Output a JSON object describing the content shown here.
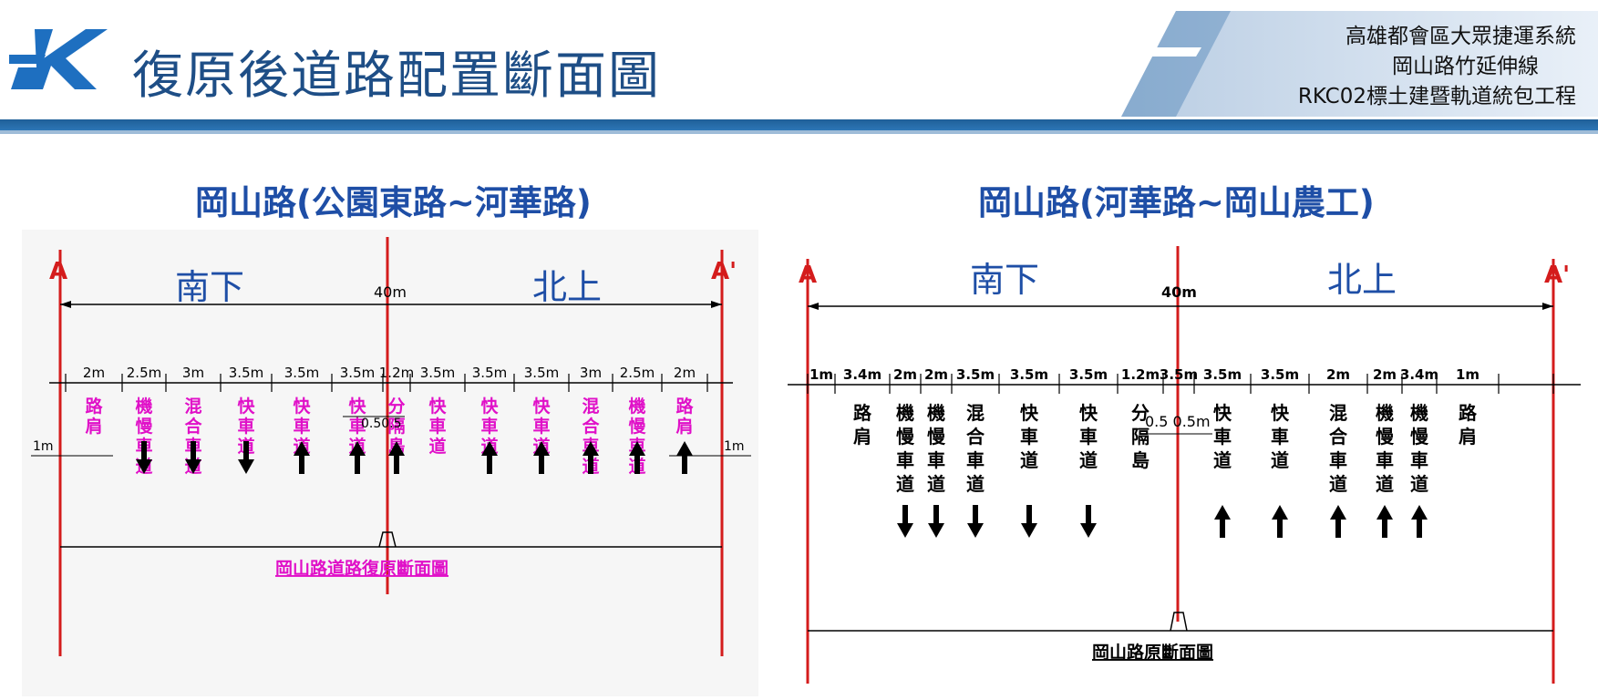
{
  "header": {
    "title": "復原後道路配置斷面圖",
    "project_lines": [
      "高雄都會區大眾捷運系統",
      "岡山路竹延伸線",
      "RKC02標土建暨軌道統包工程"
    ]
  },
  "colors": {
    "accent_blue": "#1e4e86",
    "lane_magenta": "#e010c8",
    "divider_red": "#d41c1c"
  },
  "left": {
    "section_title": "岡山路(公園東路~河華路)",
    "point_a": "A",
    "point_a2": "A'",
    "south": "南下",
    "north": "北上",
    "total": "40m",
    "widths": [
      "2m",
      "2.5m",
      "3m",
      "3.5m",
      "3.5m",
      "3.5m",
      "1.2m",
      "3.5m",
      "3.5m",
      "3.5m",
      "3m",
      "2.5m",
      "2m"
    ],
    "lanes": [
      "路肩",
      "機慢車道",
      "混合車道",
      "快車道",
      "快車道",
      "快車道",
      "分隔島",
      "快車道",
      "快車道",
      "快車道",
      "混合車道",
      "機慢車道",
      "路肩"
    ],
    "edge_left": "1m",
    "edge_right": "1m",
    "median_note": "0.50.5",
    "caption": "岡山路道路復原斷面圖"
  },
  "right": {
    "section_title": "岡山路(河華路~岡山農工)",
    "point_a": "A",
    "point_a2": "A'",
    "south": "南下",
    "north": "北上",
    "total": "40m",
    "widths": [
      "1m",
      "3.4m",
      "2m",
      "2m",
      "3.5m",
      "3.5m",
      "3.5m",
      "1.2m",
      "3.5m",
      "3.5m",
      "3.5m",
      "2m",
      "2m",
      "3.4m",
      "1m"
    ],
    "lanes": [
      "路肩",
      "機慢車道",
      "機慢車道",
      "混合車道",
      "快車道",
      "快車道",
      "分隔島",
      "快車道",
      "快車道",
      "混合車道",
      "機慢車道",
      "機慢車道",
      "路肩"
    ],
    "median_note": "0.5 0.5m",
    "caption": "岡山路原斷面圖"
  }
}
